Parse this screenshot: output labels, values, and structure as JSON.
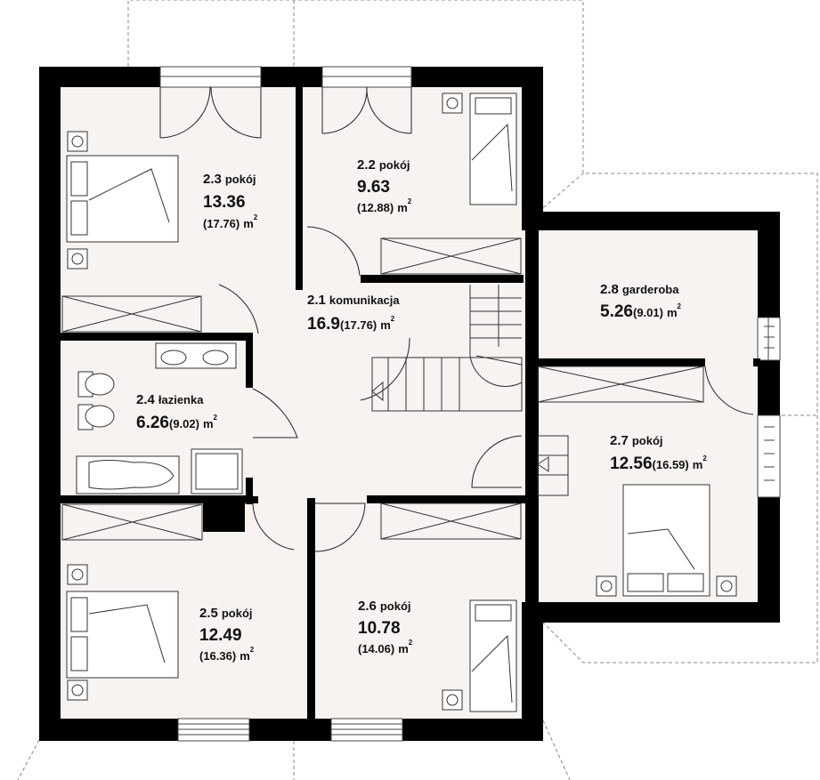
{
  "plan": {
    "colors": {
      "wall": "#000000",
      "floor": "#f6f3f1",
      "line": "#555555",
      "paper": "#ffffff"
    },
    "rooms": [
      {
        "id": "2.1",
        "number": "2.1",
        "name": "komunikacja",
        "area": "16.9",
        "area_gross": "(17.76)",
        "unit": "m",
        "unit_sup": "2"
      },
      {
        "id": "2.2",
        "number": "2.2",
        "name": "pokój",
        "area": "9.63",
        "area_gross": "(12.88)",
        "unit": "m",
        "unit_sup": "2"
      },
      {
        "id": "2.3",
        "number": "2.3",
        "name": "pokój",
        "area": "13.36",
        "area_gross": "(17.76)",
        "unit": "m",
        "unit_sup": "2"
      },
      {
        "id": "2.4",
        "number": "2.4",
        "name": "łazienka",
        "area": "6.26",
        "area_gross": "(9.02)",
        "unit": "m",
        "unit_sup": "2"
      },
      {
        "id": "2.5",
        "number": "2.5",
        "name": "pokój",
        "area": "12.49",
        "area_gross": "(16.36)",
        "unit": "m",
        "unit_sup": "2"
      },
      {
        "id": "2.6",
        "number": "2.6",
        "name": "pokój",
        "area": "10.78",
        "area_gross": "(14.06)",
        "unit": "m",
        "unit_sup": "2"
      },
      {
        "id": "2.7",
        "number": "2.7",
        "name": "pokój",
        "area": "12.56",
        "area_gross": "(16.59)",
        "unit": "m",
        "unit_sup": "2"
      },
      {
        "id": "2.8",
        "number": "2.8",
        "name": "garderoba",
        "area": "5.26",
        "area_gross": "(9.01)",
        "unit": "m",
        "unit_sup": "2"
      }
    ]
  }
}
